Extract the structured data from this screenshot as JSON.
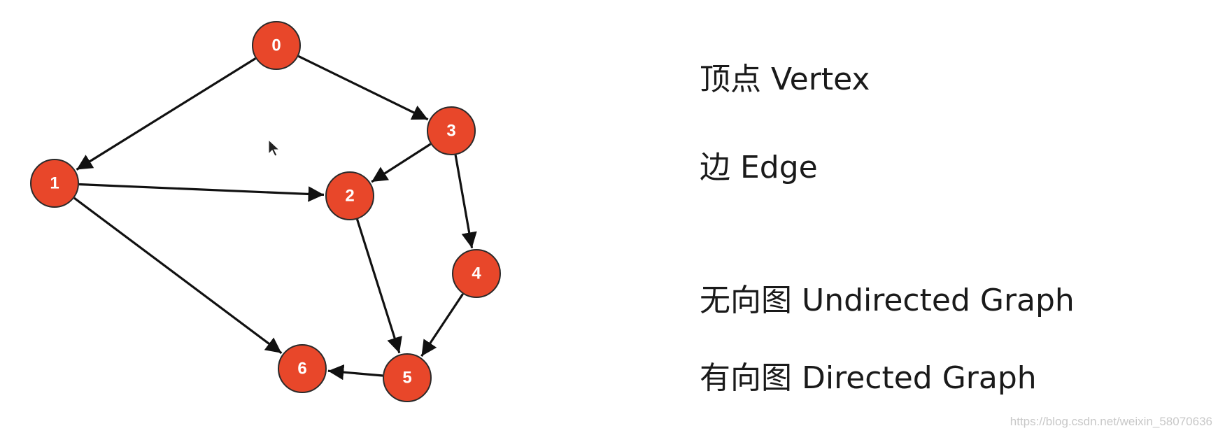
{
  "graph": {
    "node_color": "#e8472a",
    "edge_color": "#111111",
    "nodes": [
      {
        "id": "0",
        "label": "0"
      },
      {
        "id": "1",
        "label": "1"
      },
      {
        "id": "2",
        "label": "2"
      },
      {
        "id": "3",
        "label": "3"
      },
      {
        "id": "4",
        "label": "4"
      },
      {
        "id": "5",
        "label": "5"
      },
      {
        "id": "6",
        "label": "6"
      }
    ],
    "edges": [
      {
        "from": "0",
        "to": "1"
      },
      {
        "from": "0",
        "to": "3"
      },
      {
        "from": "1",
        "to": "2"
      },
      {
        "from": "1",
        "to": "6"
      },
      {
        "from": "3",
        "to": "2"
      },
      {
        "from": "3",
        "to": "4"
      },
      {
        "from": "2",
        "to": "5"
      },
      {
        "from": "4",
        "to": "5"
      },
      {
        "from": "5",
        "to": "6"
      }
    ]
  },
  "terms": {
    "vertex": "顶点 Vertex",
    "edge": "边 Edge",
    "undirected": "无向图 Undirected Graph",
    "directed": "有向图 Directed Graph"
  },
  "watermark": "https://blog.csdn.net/weixin_58070636"
}
